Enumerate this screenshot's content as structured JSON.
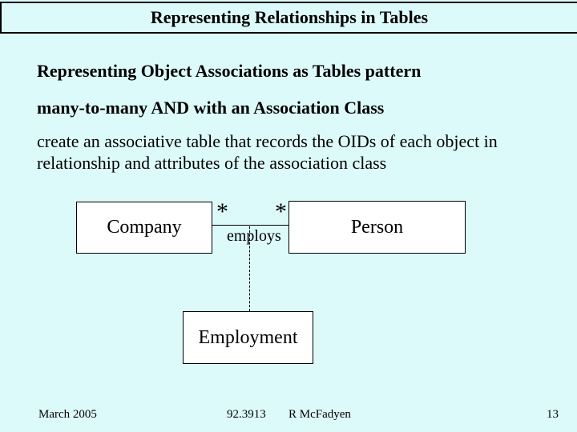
{
  "slide": {
    "background_color": "#ddfafa",
    "box_fill_color": "#ffffff",
    "title": "Representing Relationships in Tables",
    "body": {
      "line1": "Representing Object Associations as Tables pattern",
      "line2": "many-to-many AND with an Association Class",
      "paragraph_lines": [
        "create an associative table that records the OIDs of each object in",
        "relationship and attributes of the association class"
      ]
    },
    "diagram": {
      "company_label": "Company",
      "person_label": "Person",
      "employment_label": "Employment",
      "association_label": "employs",
      "multiplicity_left": "*",
      "multiplicity_right": "*"
    },
    "footer": {
      "date": "March 2005",
      "course": "92.3913",
      "author": "R McFadyen",
      "page_number": "13"
    }
  }
}
